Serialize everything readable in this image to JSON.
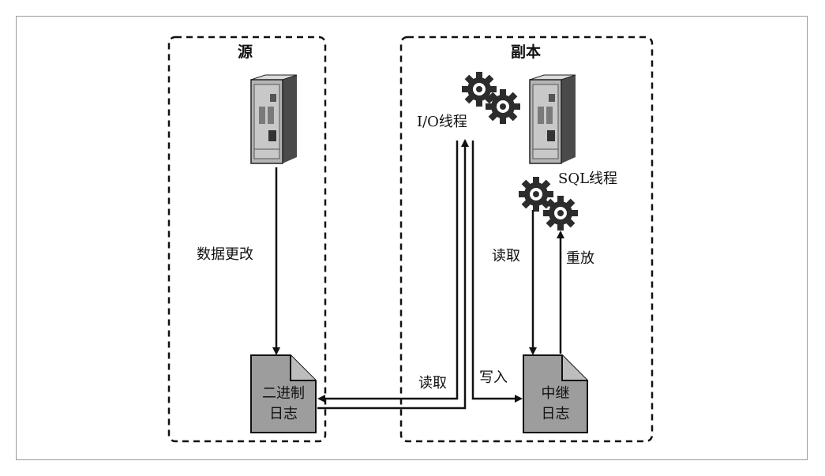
{
  "source": {
    "title": "源",
    "arrow_label": "数据更改",
    "log_line1": "二进制",
    "log_line2": "日志"
  },
  "replica": {
    "title": "副本",
    "io_thread": "I/O线程",
    "sql_thread": "SQL线程",
    "read_label": "读取",
    "write_label": "写入",
    "sql_read_label": "读取",
    "replay_label": "重放",
    "log_line1": "中继",
    "log_line2": "日志"
  },
  "colors": {
    "doc_fill": "#9d9d9d",
    "server_body": "#b5b5b5",
    "gear": "#2c2c2c",
    "line": "#111111"
  }
}
